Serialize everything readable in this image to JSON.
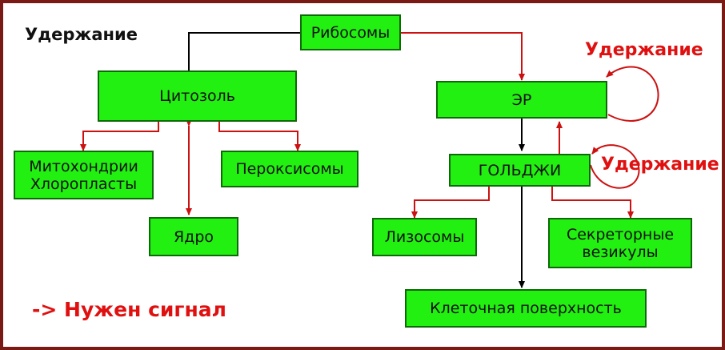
{
  "colors": {
    "box_fill": "#22f011",
    "box_border": "#0e6a08",
    "arrow_red": "#cc1111",
    "arrow_black": "#000000",
    "text_red": "#e01010",
    "frame": "#7a1a14"
  },
  "labels": {
    "retention_topleft": "Удержание",
    "retention_er": "Удержание",
    "retention_golgi": "Удержание",
    "legend_arrow": "->",
    "legend_text": "Нужен сигнал"
  },
  "nodes": {
    "ribosomes": "Рибосомы",
    "cytosol": "Цитозоль",
    "er": "ЭР",
    "golgi": "ГОЛЬДЖИ",
    "mito_line1": "Митохондрии",
    "mito_line2": "Хлоропласты",
    "peroxisomes": "Пероксисомы",
    "nucleus": "Ядро",
    "lysosomes": "Лизосомы",
    "secretory_line1": "Секреторные",
    "secretory_line2": "везикулы",
    "cell_surface": "Клеточная поверхность"
  }
}
